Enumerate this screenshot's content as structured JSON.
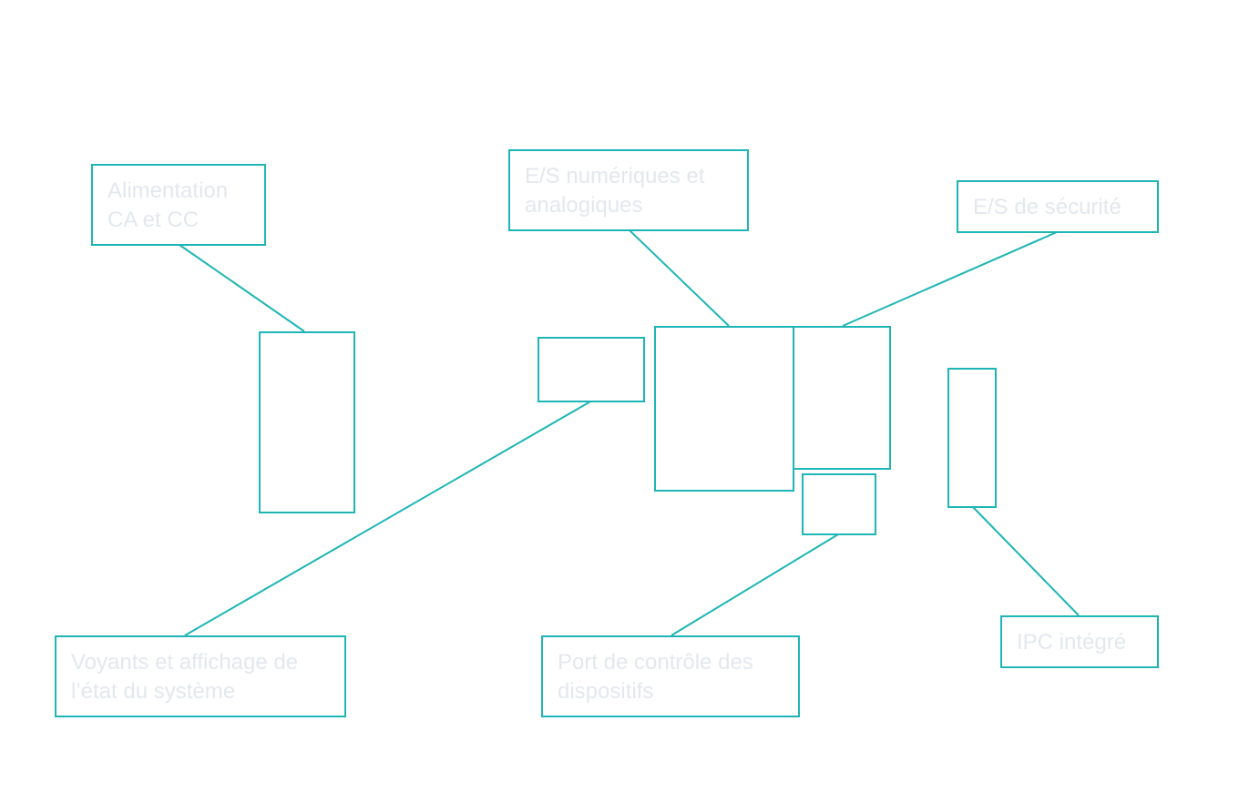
{
  "colors": {
    "accent": "#1fb5b5",
    "label_text": "#e3e8ee",
    "background": "#ffffff"
  },
  "callouts": {
    "power": {
      "lines": [
        "Alimentation",
        "CA et CC"
      ]
    },
    "digital_analog_io": {
      "lines": [
        "E/S numériques et",
        "analogiques"
      ]
    },
    "safety_io": {
      "lines": [
        "E/S de sécurité"
      ]
    },
    "status_display": {
      "lines": [
        "Voyants et affichage de",
        "l’état du système"
      ]
    },
    "device_control_port": {
      "lines": [
        "Port de contrôle des",
        "dispositifs"
      ]
    },
    "integrated_ipc": {
      "lines": [
        "IPC intégré"
      ]
    }
  }
}
